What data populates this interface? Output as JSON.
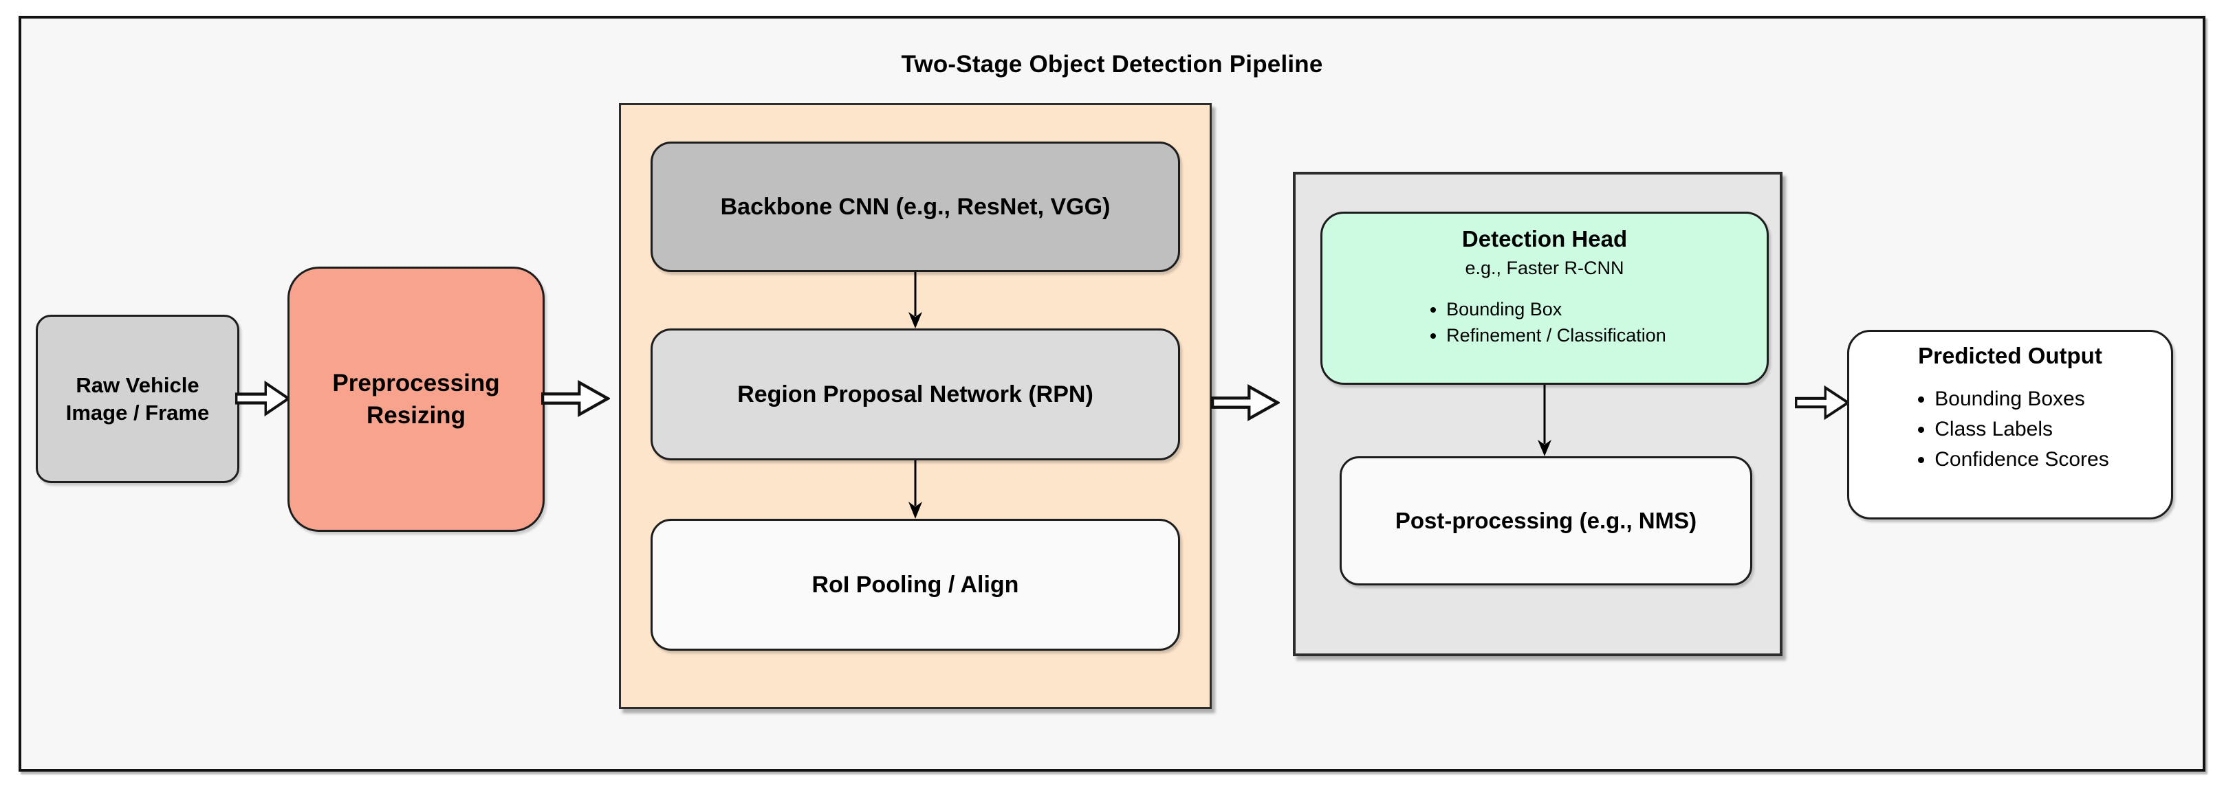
{
  "title": "Two-Stage Object Detection Pipeline",
  "raw_input": {
    "line1": "Raw Vehicle",
    "line2": "Image / Frame"
  },
  "preprocessing": {
    "line1": "Preprocessing",
    "line2": "Resizing"
  },
  "stage1": {
    "backbone_label": "Backbone CNN (e.g., ResNet, VGG)",
    "rpn_label": "Region Proposal Network (RPN)",
    "roi_label": "RoI Pooling / Align"
  },
  "stage2": {
    "detection_head": {
      "title": "Detection Head",
      "subtitle": "e.g., Faster R-CNN",
      "bullets": [
        "Bounding Box",
        "Refinement / Classification"
      ]
    },
    "post_processing_label": "Post-processing (e.g., NMS)"
  },
  "output": {
    "title": "Predicted Output",
    "bullets": [
      "Bounding Boxes",
      "Class Labels",
      "Confidence Scores"
    ]
  },
  "colors": {
    "canvas_bg": "#f7f7f8",
    "raw_fill": "#d2d2d2",
    "preprocess_fill": "#f7a38d",
    "stage1_fill": "#fde5cb",
    "backbone_fill": "#bfbfbf",
    "rpn_fill": "#dcdcdc",
    "roi_fill": "#fafafa",
    "stage2_fill": "#e6e6e6",
    "detection_fill": "#cdfbe2",
    "post_fill": "#fafafa",
    "output_fill": "#ffffff"
  }
}
